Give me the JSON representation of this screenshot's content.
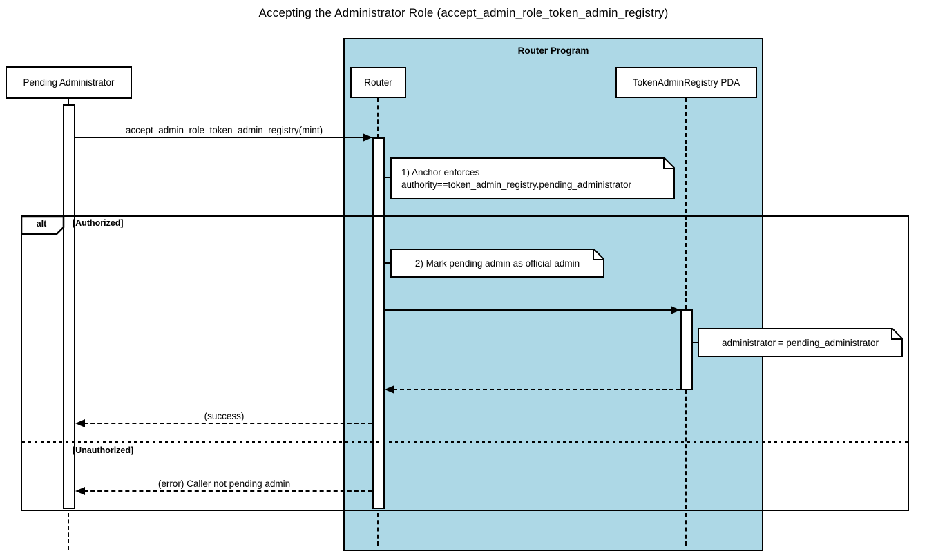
{
  "title": "Accepting the Administrator Role (accept_admin_role_token_admin_registry)",
  "program_frame": {
    "label": "Router Program"
  },
  "participants": {
    "pending_admin": "Pending Administrator",
    "router": "Router",
    "token_admin_registry_pda": "TokenAdminRegistry PDA"
  },
  "alt_frame": {
    "operator": "alt",
    "guard_authorized": "[Authorized]",
    "guard_unauthorized": "[Unauthorized]"
  },
  "messages": {
    "call": "accept_admin_role_token_admin_registry(mint)",
    "success": "(success)",
    "error": "(error) Caller not pending admin"
  },
  "notes": {
    "anchor_enforces": {
      "line1": "1) Anchor enforces",
      "line2": "authority==token_admin_registry.pending_administrator"
    },
    "mark_admin": "2) Mark pending admin as official admin",
    "assign_admin": "administrator = pending_administrator"
  },
  "colors": {
    "program_bg": "#ADD8E6",
    "note_bg": "#FFFFFF",
    "line": "#000000"
  }
}
